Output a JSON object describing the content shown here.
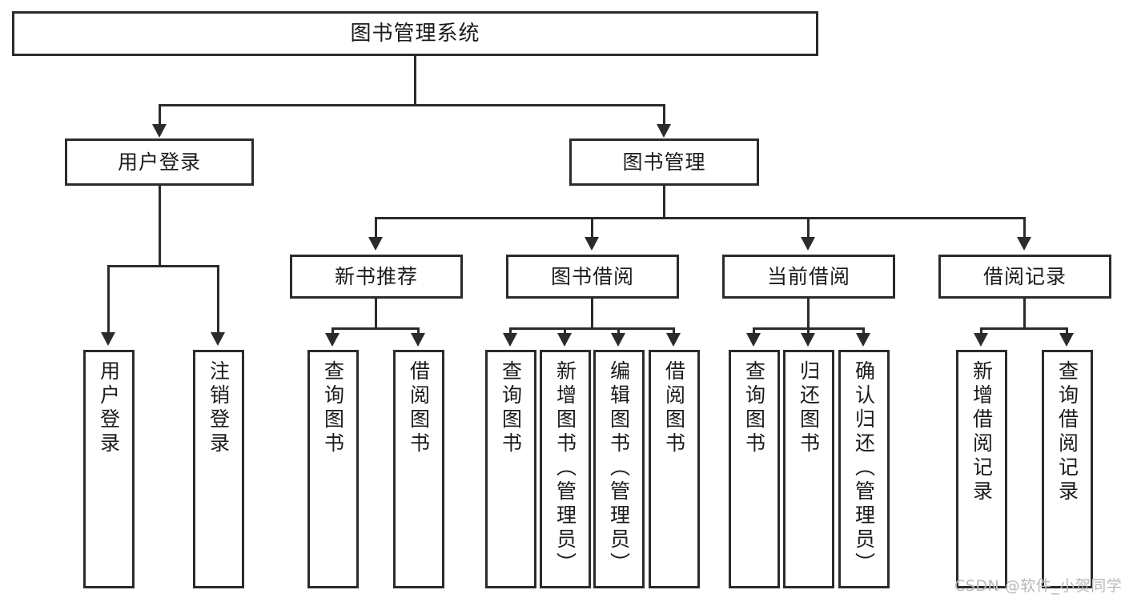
{
  "diagram": {
    "type": "tree-hierarchy",
    "title": "图书管理系统",
    "root": {
      "label": "图书管理系统"
    },
    "level1": [
      {
        "label": "用户登录"
      },
      {
        "label": "图书管理"
      }
    ],
    "level2": [
      {
        "label": "新书推荐"
      },
      {
        "label": "图书借阅"
      },
      {
        "label": "当前借阅"
      },
      {
        "label": "借阅记录"
      }
    ],
    "leaves": [
      {
        "label": "用户登录"
      },
      {
        "label": "注销登录"
      },
      {
        "label": "查询图书"
      },
      {
        "label": "借阅图书"
      },
      {
        "label": "查询图书"
      },
      {
        "label": "新增图书（管理员）"
      },
      {
        "label": "编辑图书（管理员）"
      },
      {
        "label": "借阅图书"
      },
      {
        "label": "查询图书"
      },
      {
        "label": "归还图书"
      },
      {
        "label": "确认归还（管理员）"
      },
      {
        "label": "新增借阅记录"
      },
      {
        "label": "查询借阅记录"
      }
    ],
    "watermark": "CSDN @软件_小贺同学",
    "colors": {
      "stroke": "#2b2b2b",
      "fill": "#ffffff",
      "text": "#1b1b1b",
      "watermark": "#b9b9b9"
    }
  }
}
